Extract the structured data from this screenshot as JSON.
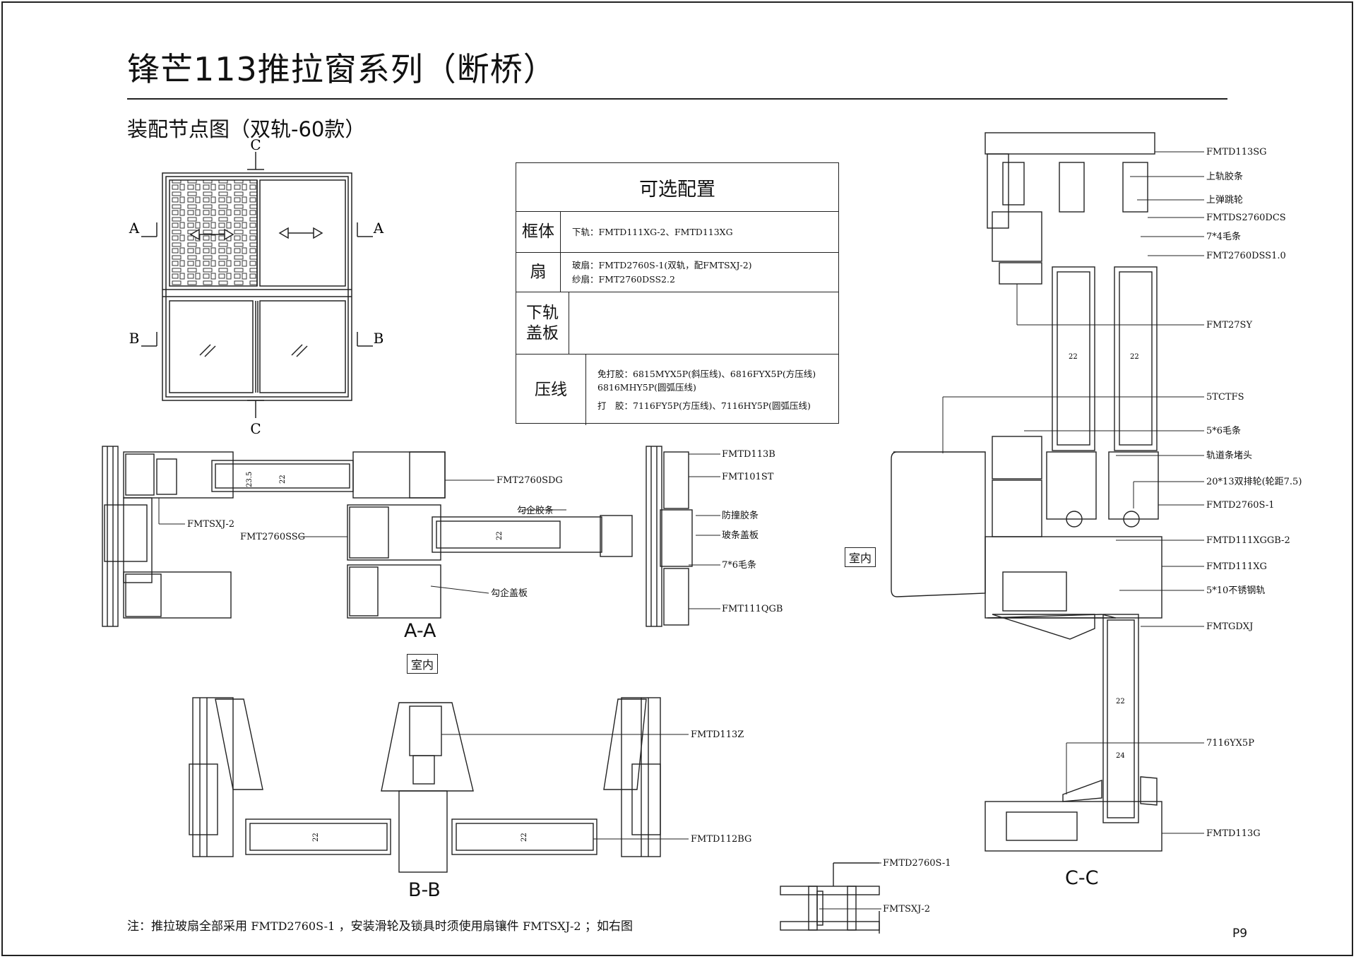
{
  "header": {
    "title": "锋芒113推拉窗系列（断桥）",
    "subtitle": "装配节点图（双轨-60款）"
  },
  "elevation": {
    "marks": {
      "top": "C",
      "bottom": "C",
      "left_a": "A",
      "right_a": "A",
      "left_b": "B",
      "right_b": "B"
    }
  },
  "config_table": {
    "title": "可选配置",
    "rows": [
      {
        "key": "框体",
        "lines": [
          "下轨：FMTD111XG-2、FMTD113XG"
        ]
      },
      {
        "key": "扇",
        "lines": [
          "玻扇：FMTD2760S-1(双轨，配FMTSXJ-2)",
          "纱扇：FMT2760DSS2.2"
        ]
      },
      {
        "key": "下轨盖板",
        "lines": []
      },
      {
        "key": "压线",
        "lines": [
          "免打胶：6815MYX5P(斜压线)、6816FYX5P(方压线)",
          "6816MHY5P(圆弧压线)",
          "打　胶：7116FY5P(方压线)、7116HY5P(圆弧压线)"
        ]
      }
    ]
  },
  "section_aa": {
    "label": "A-A",
    "indoor": "室内",
    "callouts": [
      "FMT2760SDG",
      "FMTSXJ-2",
      "FMT2760SSG",
      "勾企胶条",
      "勾企盖板",
      "FMTD113B",
      "FMT101ST",
      "防撞胶条",
      "玻条盖板",
      "7*6毛条",
      "FMT111QGB"
    ],
    "dims": [
      "23.5",
      "22",
      "22"
    ]
  },
  "section_bb": {
    "label": "B-B",
    "callouts": [
      "FMTD113Z",
      "FMTD112BG"
    ],
    "dims": [
      "22",
      "22"
    ]
  },
  "section_cc": {
    "label": "C-C",
    "indoor": "室内",
    "callouts": [
      "FMTD113SG",
      "上轨胶条",
      "上弹跳轮",
      "FMTDS2760DCS",
      "7*4毛条",
      "FMT2760DSS1.0",
      "FMT27SY",
      "5TCTFS",
      "5*6毛条",
      "轨道条堵头",
      "20*13双排轮(轮距7.5)",
      "FMTD2760S-1",
      "FMTD111XGGB-2",
      "FMTD111XG",
      "5*10不锈钢轨",
      "FMTGDXJ",
      "7116YX5P",
      "FMTD113G"
    ],
    "dims": [
      "22",
      "22",
      "22",
      "24"
    ]
  },
  "detail_small": {
    "callouts": [
      "FMTD2760S-1",
      "FMTSXJ-2"
    ]
  },
  "footer": {
    "note_prefix": "注：推拉玻扇全部采用",
    "note_part1": "FMTD2760S-1",
    "note_mid": "，安装滑轮及锁具时须使用扇镶件",
    "note_part2": "FMTSXJ-2",
    "note_suffix": "；如右图",
    "page_number": "P9"
  }
}
